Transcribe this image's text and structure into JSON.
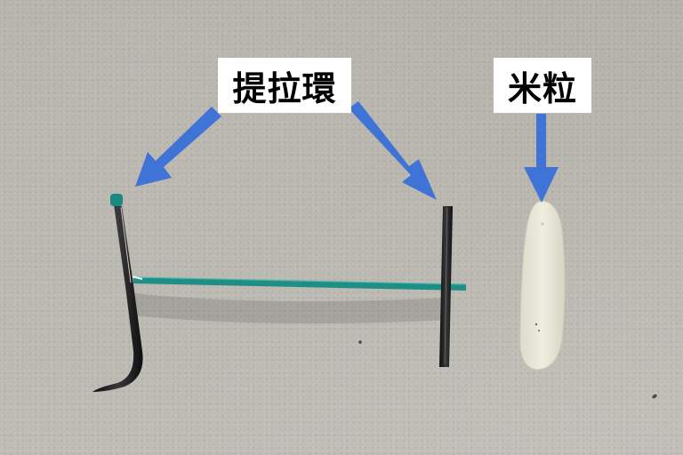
{
  "labels": {
    "pull_tab": "提拉環",
    "rice_grain": "米粒"
  },
  "colors": {
    "background": "#b6b4ac",
    "label_background": "#ffffff",
    "label_text": "#000000",
    "arrow": "#3f73d6",
    "teal_filament": "#1f8f86",
    "pin_metal": "#1d1d1f",
    "rice": "#e9e8d8"
  },
  "annotations": [
    {
      "label_ref": "pull_tab",
      "target": "left-pin-tip",
      "icon": "arrow-down-left-icon"
    },
    {
      "label_ref": "pull_tab",
      "target": "right-pin-tip",
      "icon": "arrow-down-right-icon"
    },
    {
      "label_ref": "rice_grain",
      "target": "rice-grain",
      "icon": "arrow-down-icon"
    }
  ]
}
